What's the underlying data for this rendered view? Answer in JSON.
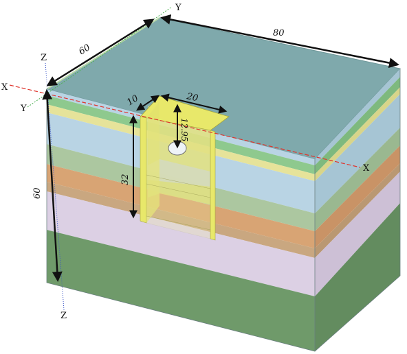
{
  "dimensions": {
    "length_x": "80",
    "width_y": "60",
    "height_z": "60",
    "pit_depth": "32",
    "pit_width": "10",
    "pit_length": "20",
    "hole_depth": "12.95"
  },
  "axes": {
    "x": "X",
    "y": "Y",
    "z": "Z"
  },
  "colors": {
    "top_face": "#7fa9ac",
    "layer_light_blue": "#b9d4e4",
    "layer_green": "#8ec98e",
    "layer_yellow": "#e6e39a",
    "layer_sage": "#acc7a0",
    "layer_orange": "#d8a474",
    "layer_tan": "#c9a780",
    "layer_lavender": "#dcd0e4",
    "layer_deep_green": "#6f9a6a",
    "pit_yellow": "#e8e86a",
    "axis_x": "#e0342c",
    "axis_y": "#4caf50",
    "axis_z": "#3a55c8"
  }
}
